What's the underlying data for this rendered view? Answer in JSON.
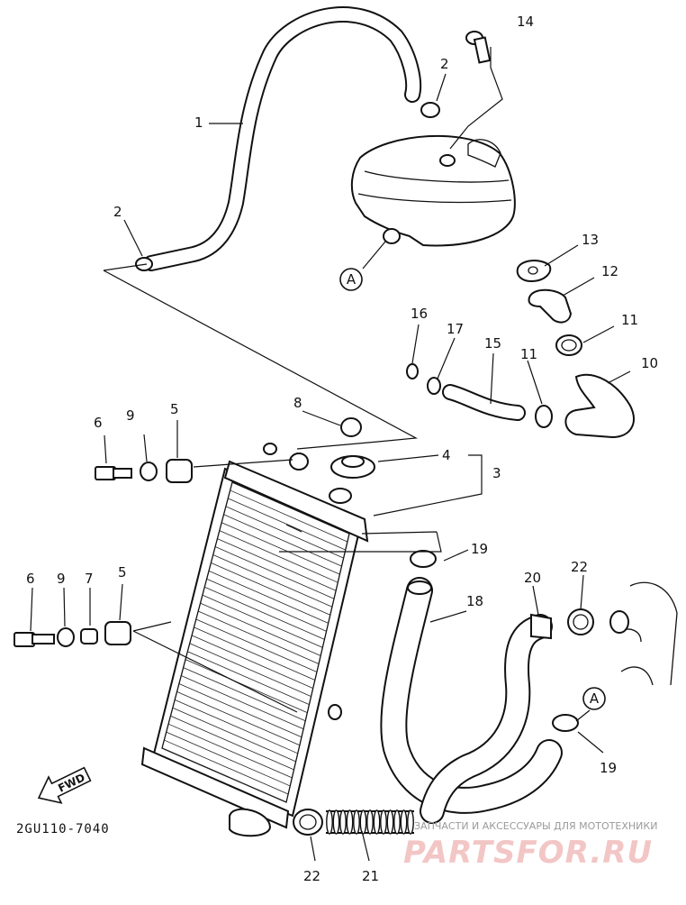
{
  "diagram": {
    "code": "2GU110-7040",
    "fwd_label": "FWD",
    "ref_marker": "A",
    "callouts": [
      {
        "id": "c1",
        "text": "1"
      },
      {
        "id": "c2a",
        "text": "2"
      },
      {
        "id": "c2b",
        "text": "2"
      },
      {
        "id": "c3",
        "text": "3"
      },
      {
        "id": "c4",
        "text": "4"
      },
      {
        "id": "c5a",
        "text": "5"
      },
      {
        "id": "c5b",
        "text": "5"
      },
      {
        "id": "c6a",
        "text": "6"
      },
      {
        "id": "c6b",
        "text": "6"
      },
      {
        "id": "c7",
        "text": "7"
      },
      {
        "id": "c8",
        "text": "8"
      },
      {
        "id": "c9a",
        "text": "9"
      },
      {
        "id": "c9b",
        "text": "9"
      },
      {
        "id": "c10",
        "text": "10"
      },
      {
        "id": "c11a",
        "text": "11"
      },
      {
        "id": "c11b",
        "text": "11"
      },
      {
        "id": "c12",
        "text": "12"
      },
      {
        "id": "c13",
        "text": "13"
      },
      {
        "id": "c14",
        "text": "14"
      },
      {
        "id": "c15",
        "text": "15"
      },
      {
        "id": "c16",
        "text": "16"
      },
      {
        "id": "c17",
        "text": "17"
      },
      {
        "id": "c18",
        "text": "18"
      },
      {
        "id": "c19a",
        "text": "19"
      },
      {
        "id": "c19b",
        "text": "19"
      },
      {
        "id": "c20",
        "text": "20"
      },
      {
        "id": "c21",
        "text": "21"
      },
      {
        "id": "c22a",
        "text": "22"
      },
      {
        "id": "c22b",
        "text": "22"
      }
    ]
  },
  "watermark": {
    "subtitle": "ЗАПЧАСТИ И АКСЕССУАРЫ ДЛЯ МОТОТЕХНИКИ",
    "brand": "PARTSFOR.RU"
  }
}
